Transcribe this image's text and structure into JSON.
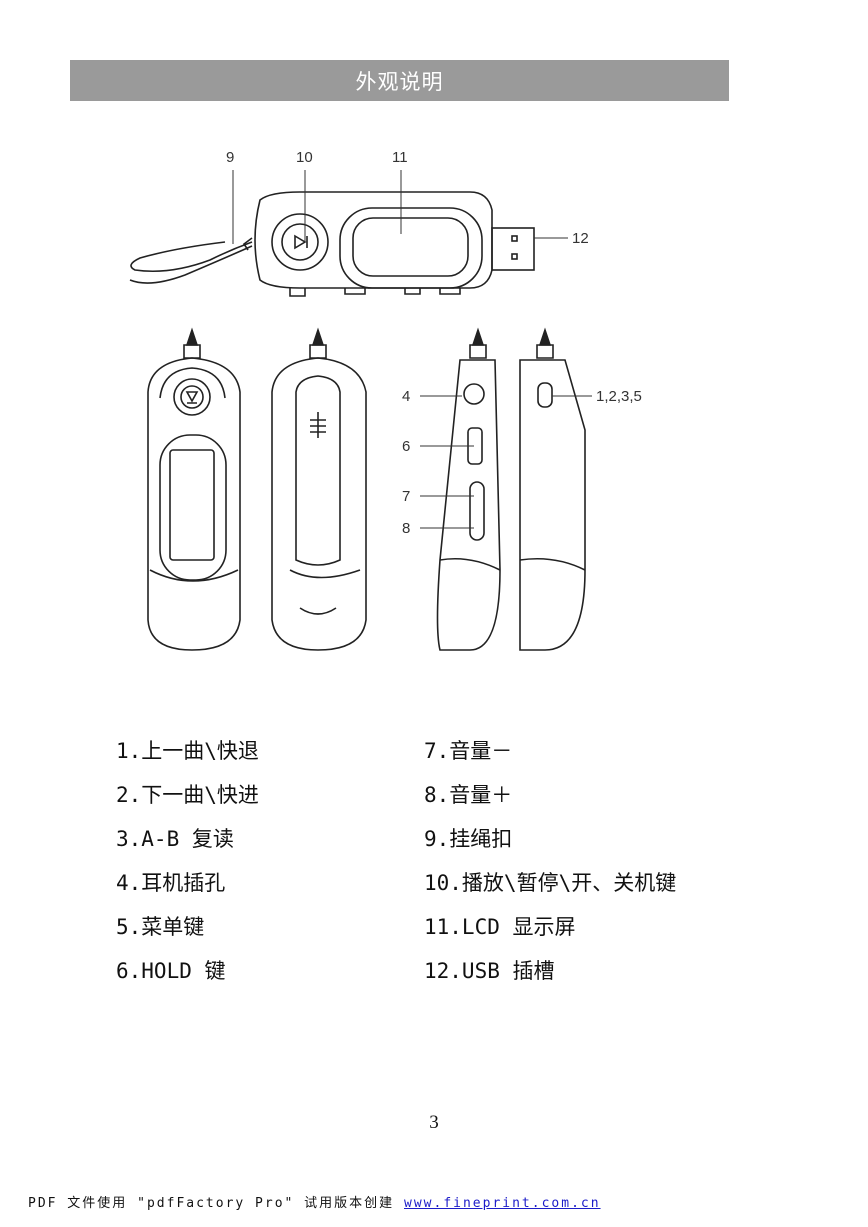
{
  "header": {
    "title": "外观说明"
  },
  "figure": {
    "callouts": {
      "c9": "9",
      "c10": "10",
      "c11": "11",
      "c12": "12",
      "c4": "4",
      "c6": "6",
      "c7": "7",
      "c8": "8",
      "c1235": "1,2,3,5"
    }
  },
  "legend": {
    "left": [
      "1.上一曲\\快退",
      "2.下一曲\\快进",
      "3.A-B 复读",
      "4.耳机插孔",
      "5.菜单键",
      "6.HOLD 键"
    ],
    "right": [
      "7.音量－",
      "8.音量＋",
      "9.挂绳扣",
      "10.播放\\暂停\\开、关机键",
      "11.LCD 显示屏",
      "12.USB 插槽"
    ]
  },
  "page_number": "3",
  "footer": {
    "prefix": "PDF 文件使用 \"pdfFactory Pro\" 试用版本创建 ",
    "link": "www.fineprint.com.cn"
  }
}
